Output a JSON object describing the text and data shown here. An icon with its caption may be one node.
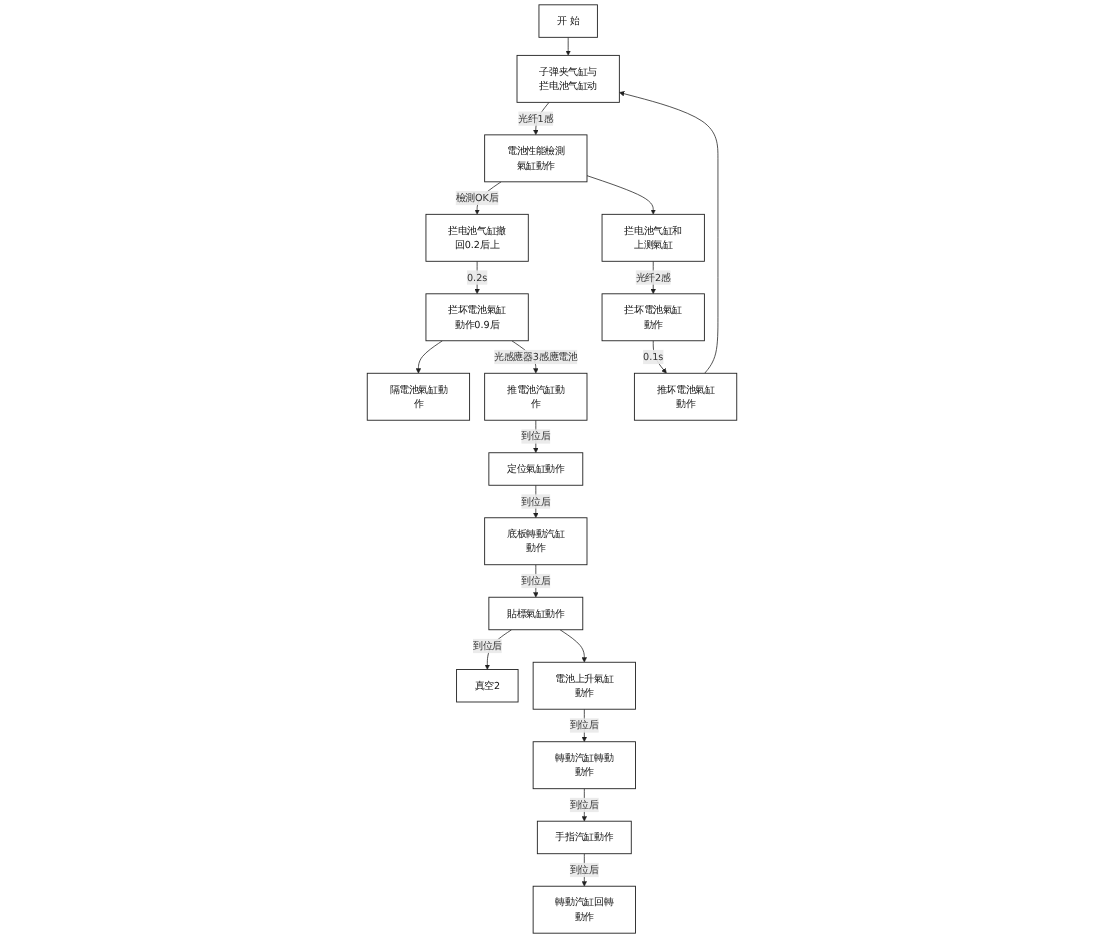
{
  "diagram": {
    "nodes": [
      {
        "text": [
          "开 始"
        ]
      },
      {
        "text": [
          "子弹夹气缸与拦电池气缸动"
        ]
      },
      {
        "text": [
          "隔電池氣缸動作"
        ]
      },
      {
        "text": [
          "推電池汽缸動作"
        ]
      },
      {
        "text": [
          "定位氣缸動作"
        ]
      },
      {
        "text": [
          "拦电池气缸和上测氣缸"
        ]
      },
      {
        "text": [
          "電池性能檢測氣缸動作"
        ]
      },
      {
        "text": [
          "底板轉動汽缸動作"
        ]
      },
      {
        "text": [
          "拦坏電池氣缸動作"
        ]
      },
      {
        "text": [
          "拦电池气缸撤回0.2后上"
        ]
      },
      {
        "text": [
          "貼標氣缸動作"
        ]
      },
      {
        "text": [
          "推坏電池氣缸動作"
        ]
      },
      {
        "text": [
          "拦坏電池氣缸動作0.9后"
        ]
      },
      {
        "text": [
          "真空2"
        ]
      },
      {
        "text": [
          "轉動汽缸回轉動作"
        ]
      },
      {
        "text": [
          "手指汽缸動作"
        ]
      },
      {
        "text": [
          "轉動汽缸轉動動作"
        ]
      },
      {
        "text": [
          "電池上升氣缸動作"
        ]
      }
    ],
    "edges": [
      {
        "from": 0,
        "to": 1,
        "arrow": "to"
      },
      {
        "from": 1,
        "to": 6,
        "arrow": "to",
        "label": "光纤1感"
      },
      {
        "from": 6,
        "to": 5,
        "arrow": "to"
      },
      {
        "from": 6,
        "to": 9,
        "arrow": "to",
        "label": "檢測OK后"
      },
      {
        "from": 9,
        "to": 12,
        "arrow": "to",
        "label": "0.2s"
      },
      {
        "from": 12,
        "to": 2,
        "arrow": "to"
      },
      {
        "from": 12,
        "to": 3,
        "arrow": "to",
        "label": "光感應器3感應電池"
      },
      {
        "from": 5,
        "to": 8,
        "arrow": "to",
        "label": "光纤2感"
      },
      {
        "from": 8,
        "to": 11,
        "arrow": "to",
        "label": "0.1s"
      },
      {
        "from": 11,
        "to": 1,
        "arrow": "to"
      },
      {
        "from": 3,
        "to": 4,
        "arrow": "to",
        "label": "到位后"
      },
      {
        "from": 4,
        "to": 7,
        "arrow": "to",
        "label": "到位后"
      },
      {
        "from": 7,
        "to": 10,
        "arrow": "to",
        "label": "到位后"
      },
      {
        "from": 10,
        "to": 13,
        "arrow": "to",
        "label": "到位后"
      },
      {
        "from": 10,
        "to": 17,
        "arrow": "to"
      },
      {
        "from": 17,
        "to": 16,
        "arrow": "to",
        "label": "到位后"
      },
      {
        "from": 16,
        "to": 15,
        "arrow": "to",
        "label": "到位后"
      },
      {
        "from": 15,
        "to": 14,
        "arrow": "to",
        "label": "到位后"
      }
    ]
  }
}
